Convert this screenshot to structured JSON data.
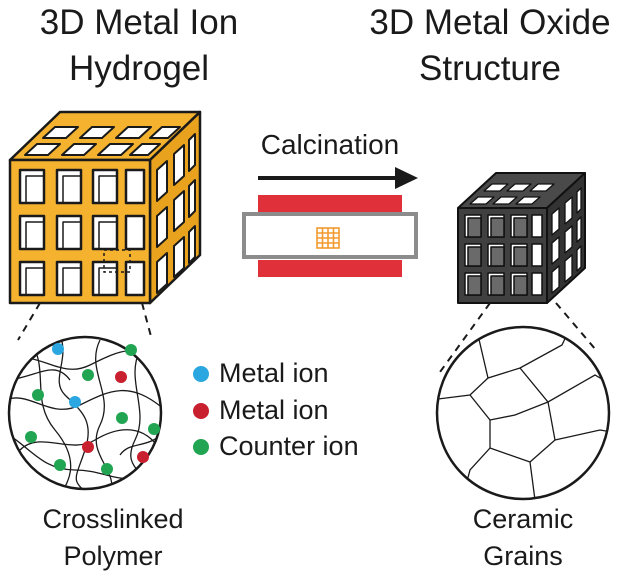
{
  "left": {
    "title_line1": "3D Metal Ion",
    "title_line2": "Hydrogel",
    "bottom_line1": "Crosslinked",
    "bottom_line2": "Polymer"
  },
  "right": {
    "title_line1": "3D Metal Oxide",
    "title_line2": "Structure",
    "bottom_line1": "Ceramic",
    "bottom_line2": "Grains"
  },
  "process": {
    "label": "Calcination"
  },
  "legend": [
    {
      "label": "Metal ion",
      "color": "#2aa7e0"
    },
    {
      "label": "Metal ion",
      "color": "#c8202f"
    },
    {
      "label": "Counter ion",
      "color": "#22a552"
    }
  ],
  "colors": {
    "hydrogel": "#f5b22f",
    "oxide": "#404040",
    "furnace": "#e0303a",
    "tube": "#8c8c8c",
    "outline": "#1a1a1a"
  }
}
